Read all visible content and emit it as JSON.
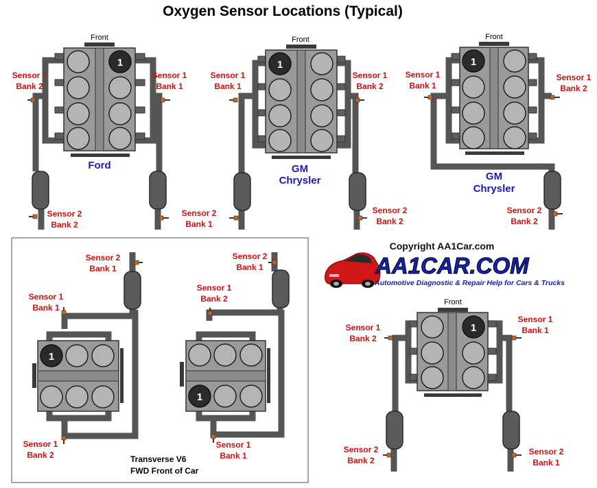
{
  "title": "Oxygen Sensor Locations (Typical)",
  "front_label": "Front",
  "cylinder_one": "1",
  "labels": {
    "s1b1": [
      "Sensor 1",
      "Bank 1"
    ],
    "s1b2": [
      "Sensor 1",
      "Bank 2"
    ],
    "s2b1": [
      "Sensor 2",
      "Bank 1"
    ],
    "s2b2": [
      "Sensor 2",
      "Bank 2"
    ]
  },
  "makes": {
    "ford": "Ford",
    "gm": "GM",
    "chrysler": "Chrysler"
  },
  "transverse_note": [
    "Transverse V6",
    "FWD Front of Car"
  ],
  "copyright": "Copyright AA1Car.com",
  "logo_text": "AA1CAR.COM",
  "tagline": "Automotive Diagnostic & Repair Help for Cars & Trucks",
  "colors": {
    "label_red": "#cc1111",
    "make_blue": "#1a1ab8",
    "sensor_orange": "#c8641e",
    "logo_blue": "#1422b8"
  }
}
